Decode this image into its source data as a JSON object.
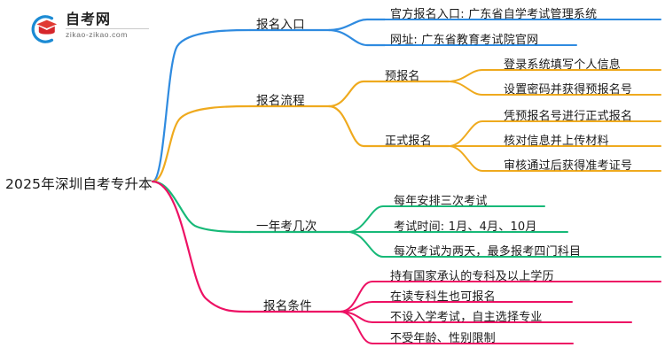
{
  "logo": {
    "name_cn": "自考网",
    "url": "zikao-zikao.com",
    "mark": "graduation-cap-icon"
  },
  "mindmap": {
    "root": "2025年深圳自考专升本",
    "colors": {
      "branch1": "#2F8BE0",
      "branch2": "#EFAA1E",
      "branch3": "#17B978",
      "branch4": "#ED1164",
      "text": "#1a1a1a"
    },
    "branches": [
      {
        "label": "报名入口",
        "color": "#2F8BE0",
        "children": [
          {
            "label": "官方报名入口: 广东省自学考试管理系统"
          },
          {
            "label": "网址: 广东省教育考试院官网"
          }
        ]
      },
      {
        "label": "报名流程",
        "color": "#EFAA1E",
        "subbranches": [
          {
            "label": "预报名",
            "children": [
              {
                "label": "登录系统填写个人信息"
              },
              {
                "label": "设置密码并获得预报名号"
              }
            ]
          },
          {
            "label": "正式报名",
            "children": [
              {
                "label": "凭预报名号进行正式报名"
              },
              {
                "label": "核对信息并上传材料"
              },
              {
                "label": "审核通过后获得准考证号"
              }
            ]
          }
        ]
      },
      {
        "label": "一年考几次",
        "color": "#17B978",
        "children": [
          {
            "label": "每年安排三次考试"
          },
          {
            "label": "考试时间: 1月、4月、10月"
          },
          {
            "label": "每次考试为两天，最多报考四门科目"
          }
        ]
      },
      {
        "label": "报名条件",
        "color": "#ED1164",
        "children": [
          {
            "label": "持有国家承认的专科及以上学历"
          },
          {
            "label": "在读专科生也可报名"
          },
          {
            "label": "不设入学考试，自主选择专业"
          },
          {
            "label": "不受年龄、性别限制"
          }
        ]
      }
    ]
  }
}
